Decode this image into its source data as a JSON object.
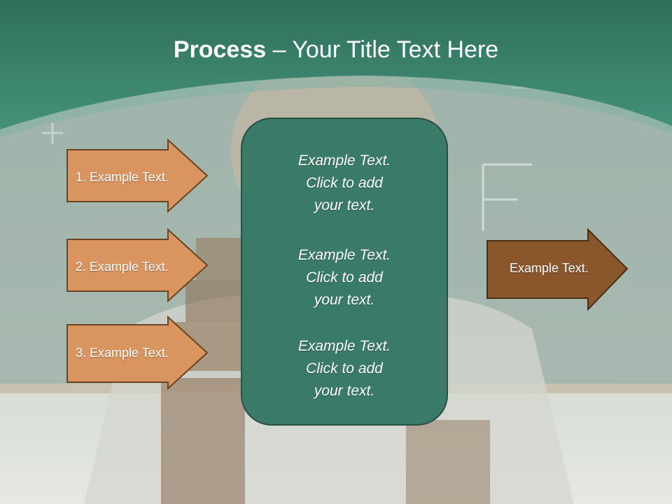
{
  "title": {
    "bold": "Process",
    "rest": " – Your Title Text Here"
  },
  "left_arrows": [
    {
      "label": "1. Example Text."
    },
    {
      "label": "2. Example Text."
    },
    {
      "label": "3. Example Text."
    }
  ],
  "center_box": {
    "blocks": [
      {
        "line1": "Example Text.",
        "line2": "Click  to add",
        "line3": "your text."
      },
      {
        "line1": "Example Text.",
        "line2": "Click  to add",
        "line3": "your text."
      },
      {
        "line1": "Example Text.",
        "line2": "Click  to add",
        "line3": "your text."
      }
    ]
  },
  "right_arrow": {
    "label": "Example Text."
  },
  "colors": {
    "header": "#3f8a74",
    "light_arrow": "#d9945f",
    "dark_arrow": "#8a562c",
    "center_box": "#3a7a68",
    "arrow_border": "#6b4420"
  }
}
